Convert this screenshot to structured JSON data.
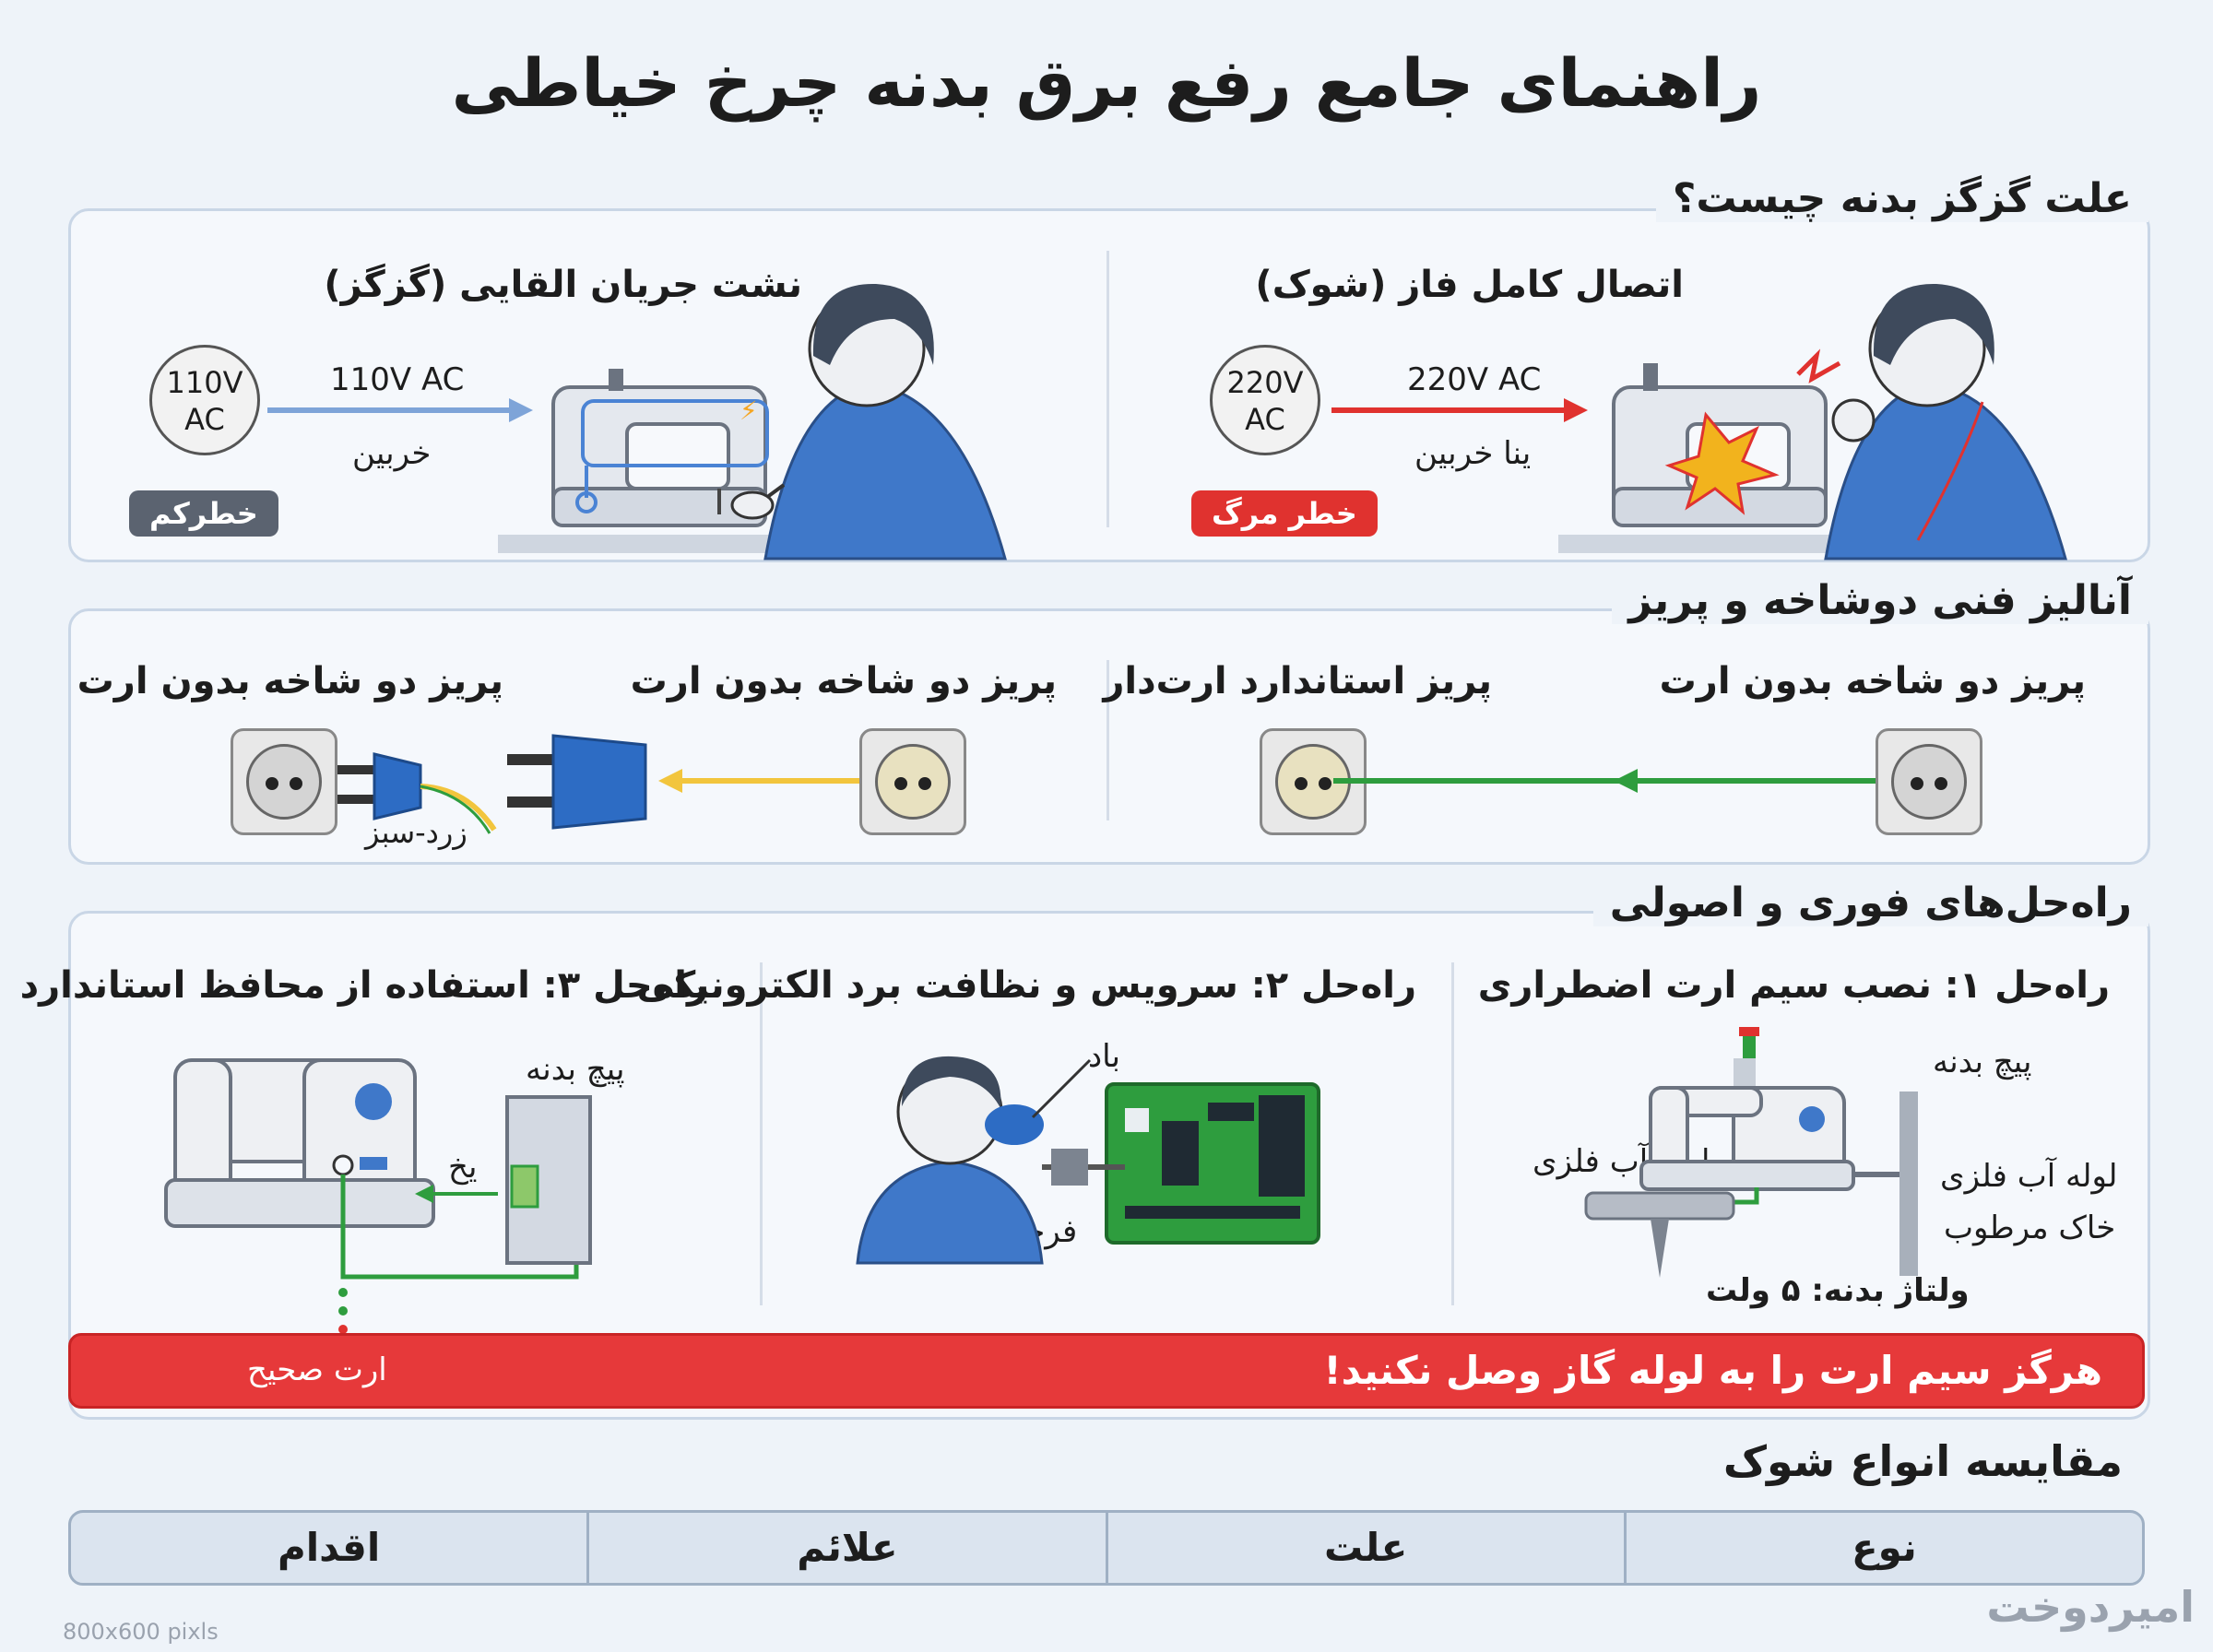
{
  "title": "راهنمای جامع رفع برق بدنه چرخ خیاطی",
  "section1": {
    "heading": "علت گزگز بدنه چیست؟",
    "left": {
      "subtitle": "نشت جریان القایی (گزگز)",
      "voltage_circle_l1": "110V",
      "voltage_circle_l2": "AC",
      "arrow_label": "110V AC",
      "arrow_sublabel": "خربین",
      "badge": "خطرکم",
      "badge_color": "#5b6370",
      "arrow_color": "#7ea4d8"
    },
    "right": {
      "subtitle": "اتصال کامل فاز (شوک)",
      "voltage_circle_l1": "220V",
      "voltage_circle_l2": "AC",
      "arrow_label": "220V AC",
      "arrow_sublabel": "ینا خربین",
      "badge": "خطر مرگ",
      "badge_color": "#e0322f",
      "arrow_color": "#e0322f"
    }
  },
  "section2": {
    "heading": "آنالیز فنی دوشاخه و پریز",
    "label_1": "پریز دو شاخه بدون ارت",
    "label_2": "پریز دو شاخه بدون ارت",
    "label_3": "پریز استاندارد ارت‌دار",
    "label_4": "پریز دو شاخه بدون ارت",
    "wire_label": "زرد-سبز",
    "yellow_color": "#f2c53d",
    "green_color": "#2e9d3e"
  },
  "section3": {
    "heading": "راه‌حل‌های فوری و اصولی",
    "sol1": {
      "title": "راه‌حل ۱: نصب سیم ارت اضطراری",
      "label_screw": "پیچ بدنه",
      "label_pipe_left": "لوله آب فلزی",
      "label_pipe_right": "لوله آب فلزی",
      "label_soil": "خاک مرطوب",
      "label_voltage": "ولتاژ بدنه: ۵ ولت"
    },
    "sol2": {
      "title": "راه‌حل ۲: سرویس و نظافت برد الکترونیکی",
      "label_air": "باد",
      "label_brush": "فرچه"
    },
    "sol3": {
      "title": "راه‌حل ۳: استفاده از محافظ استاندارد",
      "label_screw": "پیچ بدنه",
      "label_ice": "یخ",
      "label_earth": "ارت صحیح"
    }
  },
  "warning": "هرگز سیم ارت را به لوله گاز وصل نکنید!",
  "table": {
    "heading": "مقایسه انواع شوک",
    "headers": [
      "اقدام",
      "علائم",
      "علت",
      "نوع"
    ]
  },
  "watermark": "امیردوخت",
  "dims_note": "800x600 pixls"
}
